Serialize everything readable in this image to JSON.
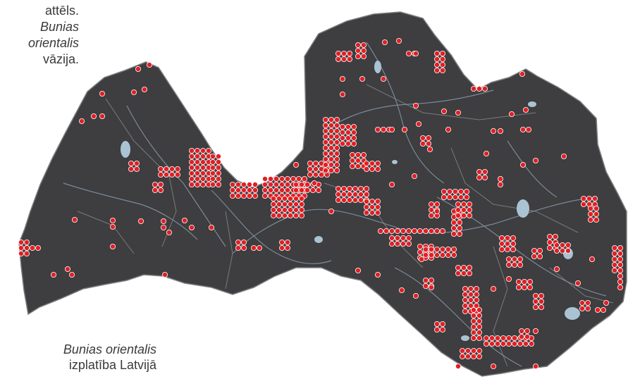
{
  "caption_top": {
    "line1": "attēls.",
    "line2_italic": "Bunias",
    "line3_italic": "orientalis",
    "line4": "vāzija."
  },
  "caption_bottom": {
    "species": "Bunias orientalis",
    "text": "izplatība Latvijā"
  },
  "map": {
    "land_color": "#3e3d3f",
    "border_color": "#7c7c80",
    "water_color": "#a9c3d3",
    "marker_color": "#e31e24",
    "marker_outline": "#ffffff"
  }
}
